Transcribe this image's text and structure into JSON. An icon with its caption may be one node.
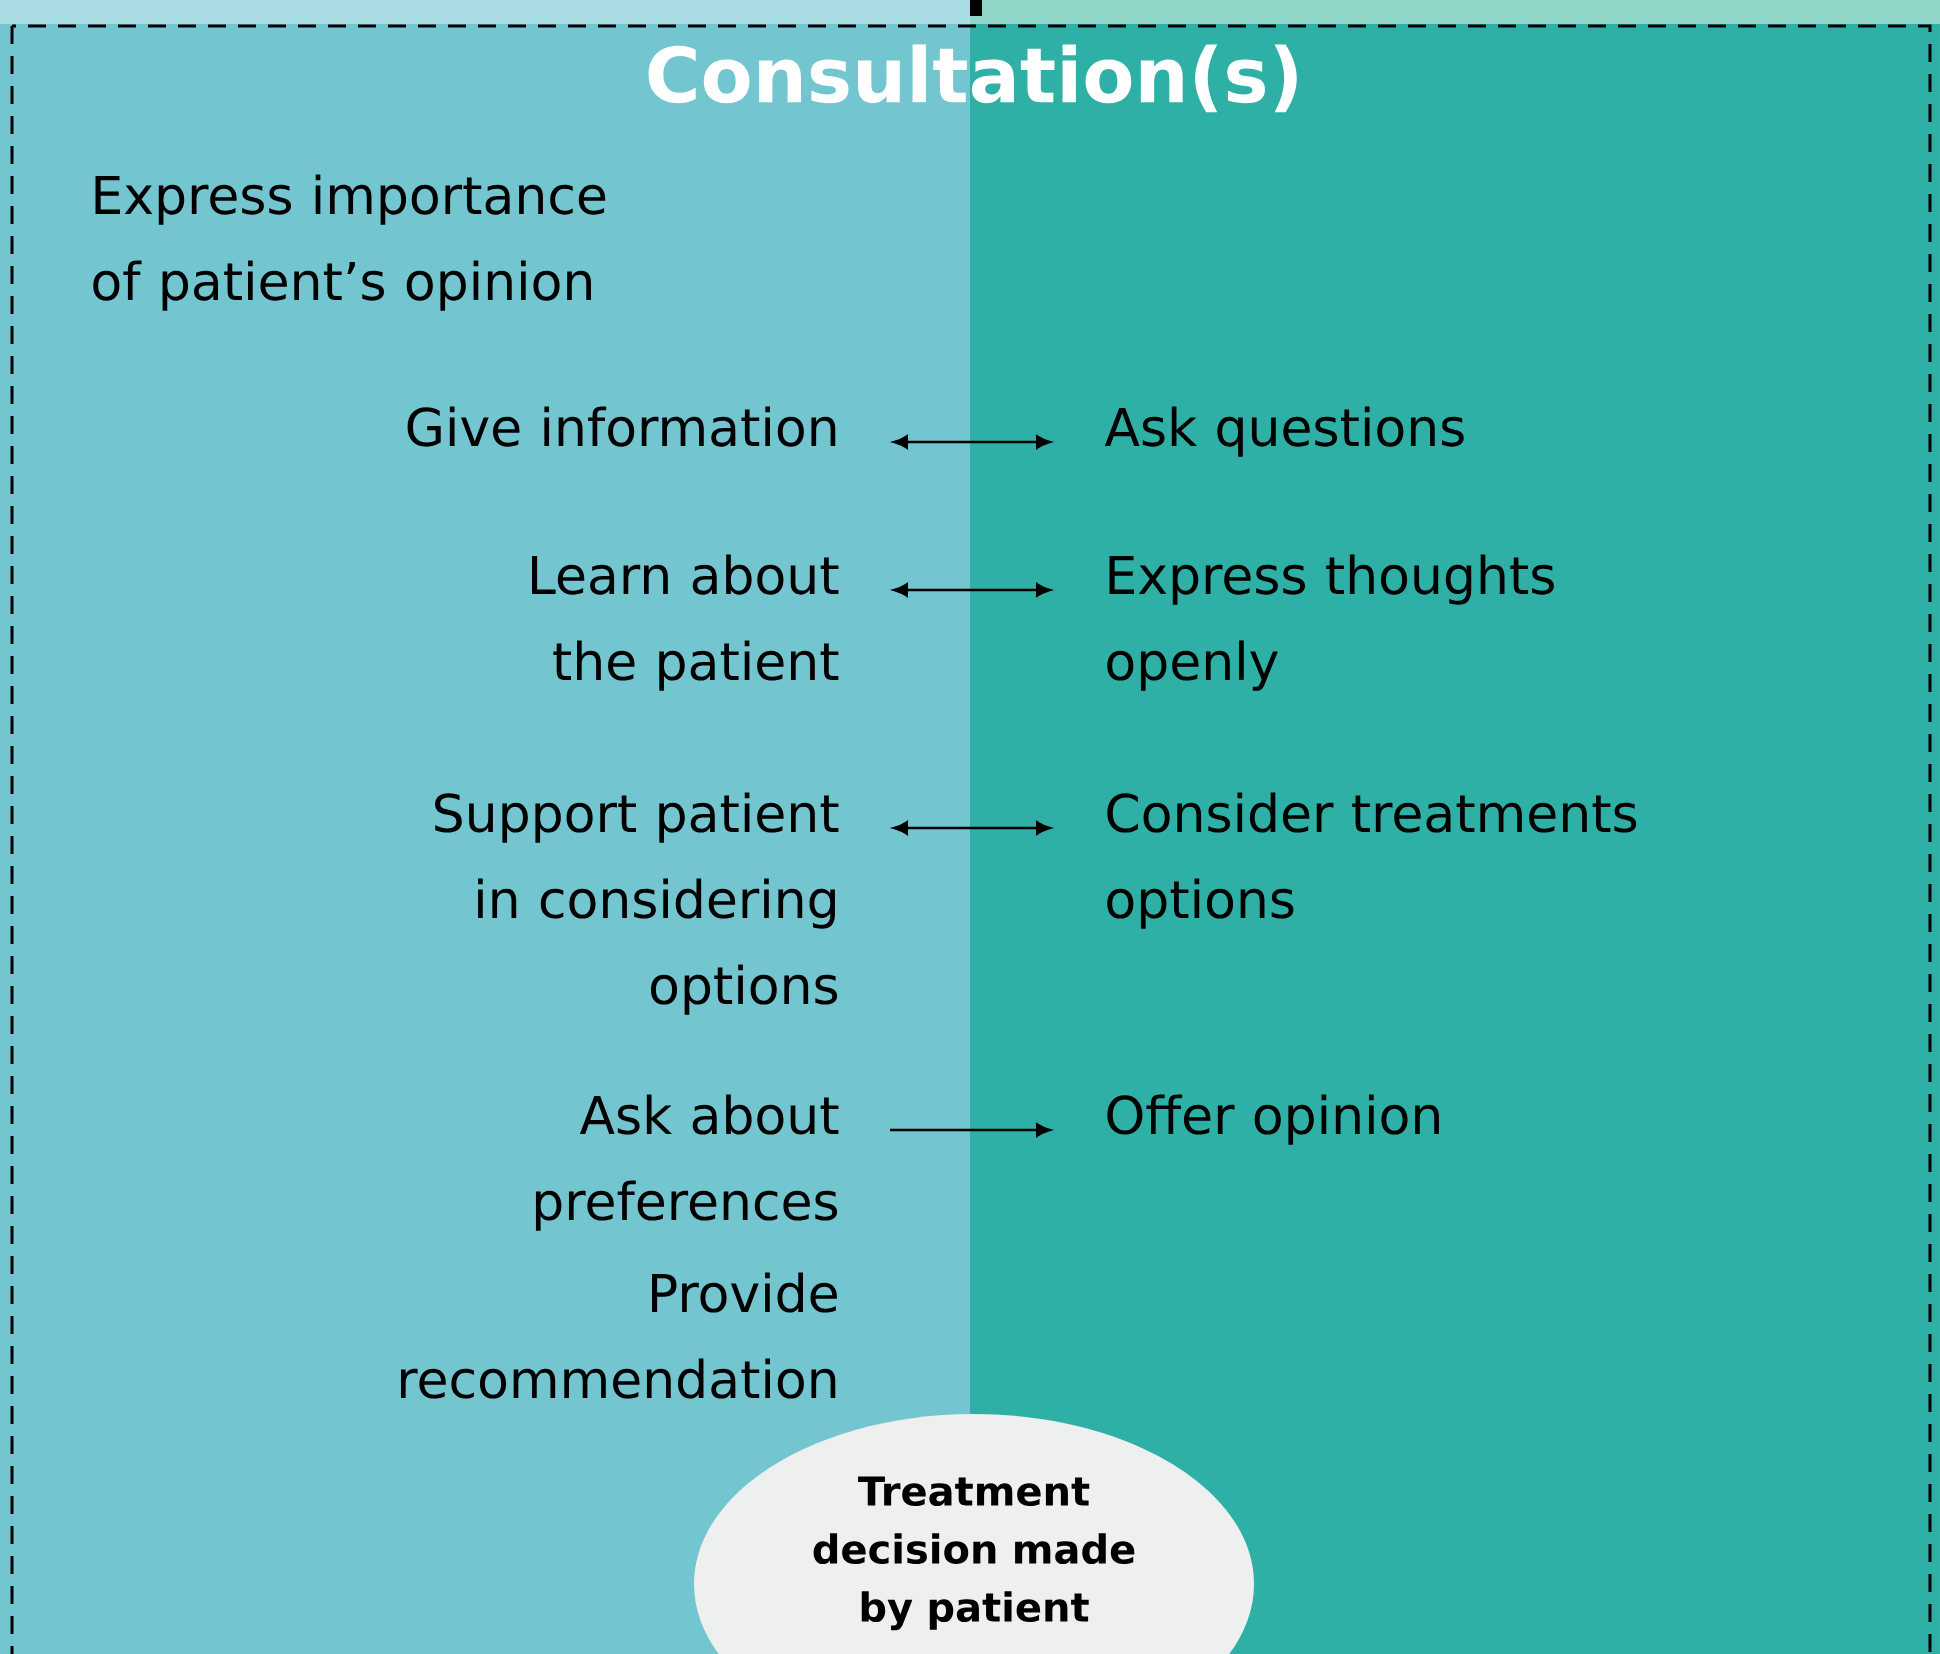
{
  "diagram": {
    "nodes": [
      {
        "text": [
          "Consultation(s)"
        ]
      },
      {
        "text": [
          "Give information"
        ],
        "in": 0
      },
      {
        "text": [
          "Ask questions"
        ],
        "in": 0
      },
      {
        "text": [
          "Learn about the patient"
        ],
        "in": 0
      },
      {
        "text": [
          "Express thoughts openly"
        ],
        "in": 0
      },
      {
        "text": [
          "Support patient in considering options"
        ],
        "in": 0
      },
      {
        "text": [
          "Consider treatments options"
        ],
        "in": 0
      },
      {
        "text": [
          "Ask about preferences"
        ],
        "in": 0
      },
      {
        "text": [
          "Offer opinion"
        ],
        "in": 0
      },
      {
        "text": [
          "Treatment decision made by patient"
        ]
      }
    ],
    "edges": [
      {
        "from": 1,
        "to": 2,
        "arrow": "both"
      },
      {
        "from": 3,
        "to": 4,
        "arrow": "both"
      },
      {
        "from": 5,
        "to": 6,
        "arrow": "both"
      },
      {
        "from": 7,
        "to": 8,
        "arrow": "to"
      }
    ],
    "labels": [
      "Express importance of patient’s opinion",
      "Provide recommendation"
    ]
  }
}
